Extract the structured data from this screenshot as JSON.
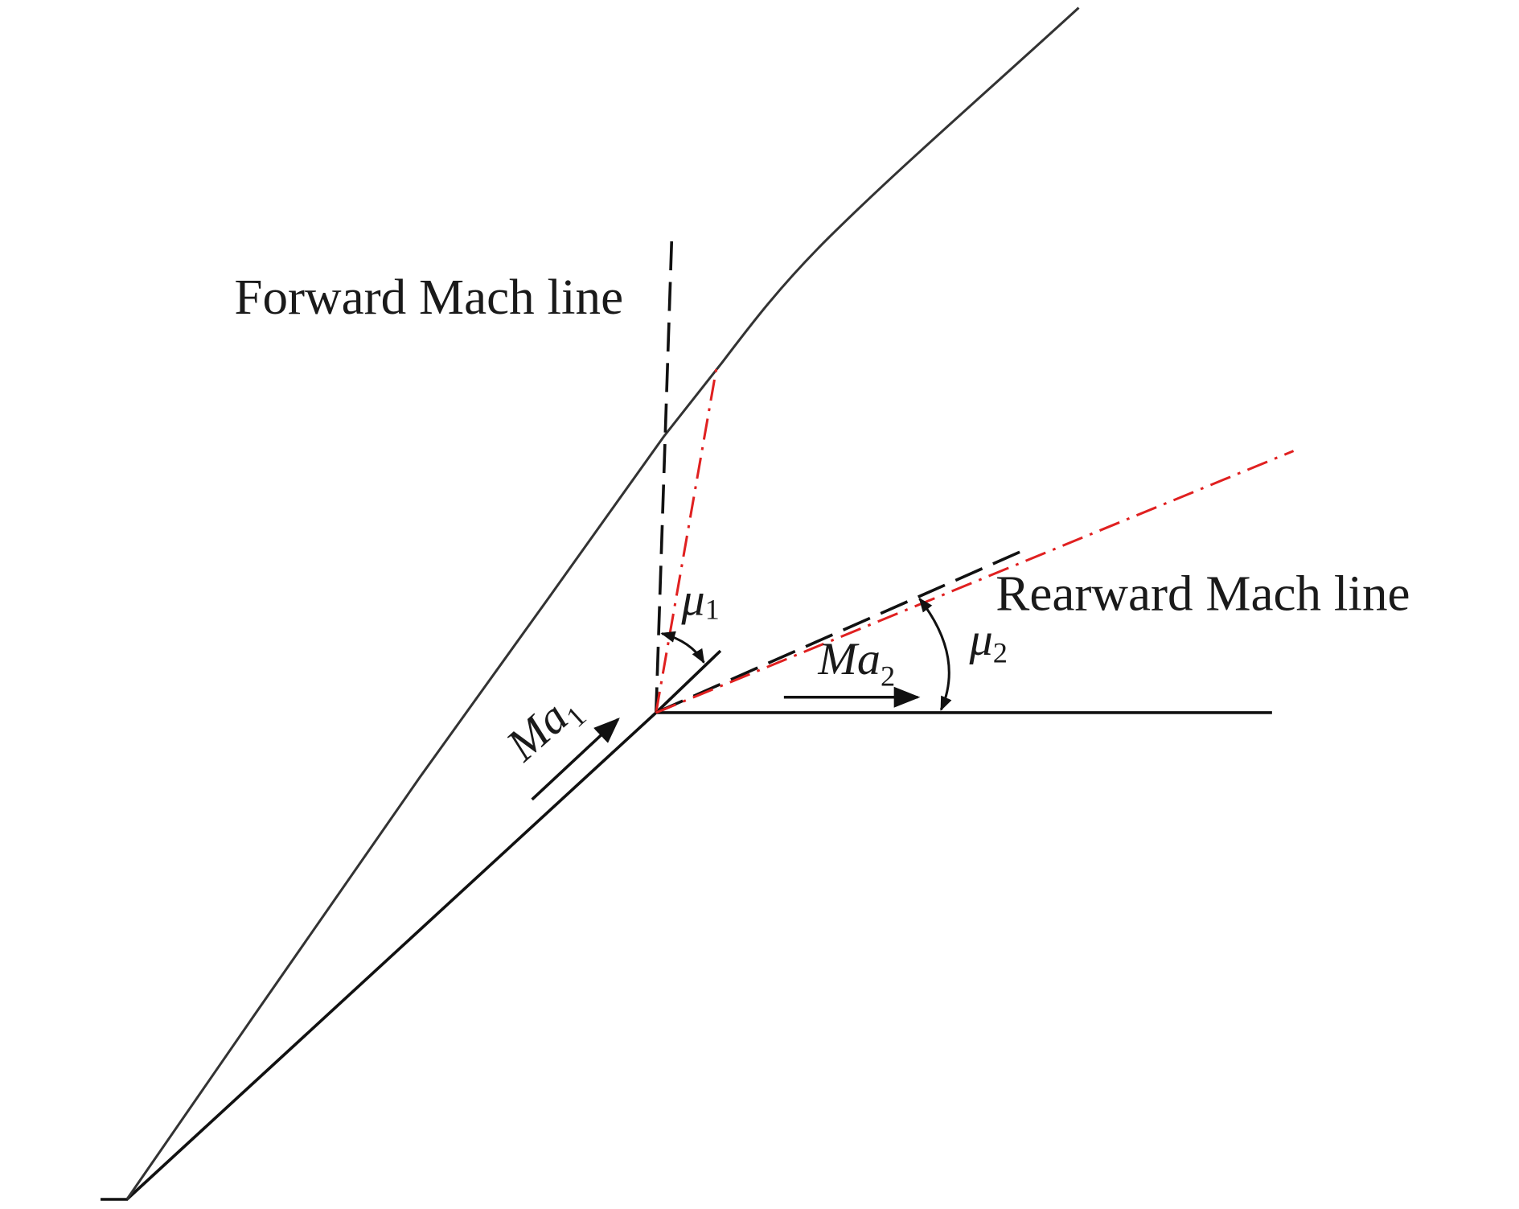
{
  "labels": {
    "forward_mach_line": "Forward Mach line",
    "rearward_mach_line": "Rearward Mach line",
    "mu1": {
      "base": "μ",
      "sub": "1"
    },
    "mu2": {
      "base": "μ",
      "sub": "2"
    },
    "ma1": {
      "base": "Ma",
      "sub": "1"
    },
    "ma2": {
      "base": "Ma",
      "sub": "2"
    }
  },
  "colors": {
    "line": "#111111",
    "red_dashdot": "#e02020"
  }
}
